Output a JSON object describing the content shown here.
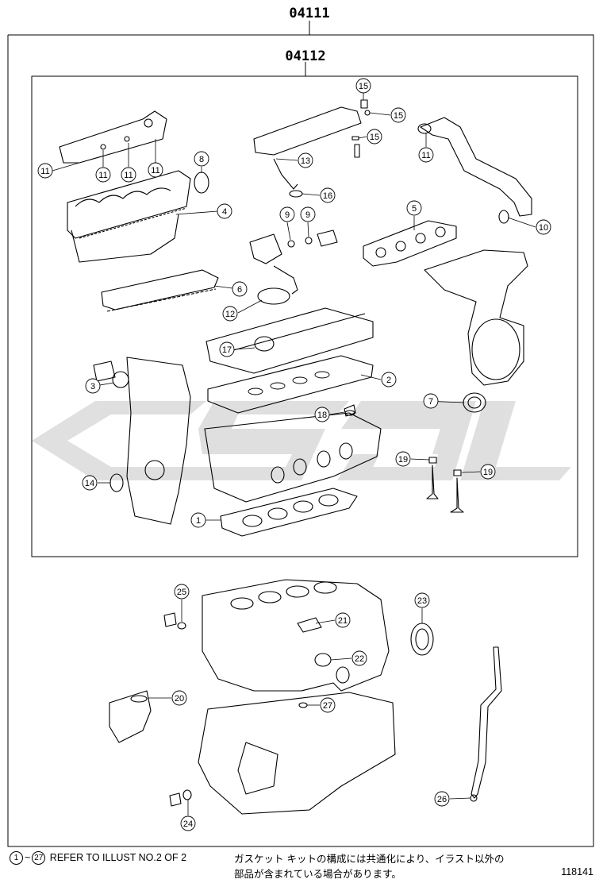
{
  "kits": {
    "outer_code": "04111",
    "inner_code": "04112"
  },
  "callouts": [
    {
      "num": "1"
    },
    {
      "num": "2"
    },
    {
      "num": "3"
    },
    {
      "num": "4"
    },
    {
      "num": "5"
    },
    {
      "num": "6"
    },
    {
      "num": "7"
    },
    {
      "num": "8"
    },
    {
      "num": "9"
    },
    {
      "num": "9"
    },
    {
      "num": "10"
    },
    {
      "num": "11"
    },
    {
      "num": "11"
    },
    {
      "num": "11"
    },
    {
      "num": "11"
    },
    {
      "num": "11"
    },
    {
      "num": "12"
    },
    {
      "num": "13"
    },
    {
      "num": "14"
    },
    {
      "num": "15"
    },
    {
      "num": "15"
    },
    {
      "num": "15"
    },
    {
      "num": "16"
    },
    {
      "num": "17"
    },
    {
      "num": "18"
    },
    {
      "num": "19"
    },
    {
      "num": "19"
    },
    {
      "num": "20"
    },
    {
      "num": "21"
    },
    {
      "num": "22"
    },
    {
      "num": "23"
    },
    {
      "num": "24"
    },
    {
      "num": "25"
    },
    {
      "num": "26"
    },
    {
      "num": "27"
    }
  ],
  "footer": {
    "ref_start": "1",
    "ref_tilde": "~",
    "ref_end": "27",
    "ref_text": "REFER TO ILLUST NO.2 OF 2",
    "note_line1": "ガスケット キットの構成には共通化により、イラスト以外の",
    "note_line2": "部品が含まれている場合があります。",
    "illustration_id": "118141"
  },
  "colors": {
    "line": "#000000",
    "watermark": "#d9d9d9"
  }
}
